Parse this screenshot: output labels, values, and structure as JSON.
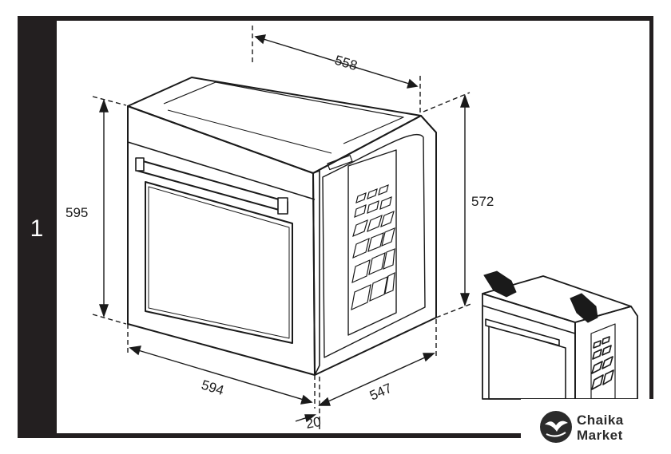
{
  "step": {
    "number": "1"
  },
  "dimensions": {
    "top_depth": "558",
    "total_height": "595",
    "niche_height": "572",
    "width": "594",
    "side_depth": "547",
    "front_offset": "20"
  },
  "brand": {
    "line1": "Chaika",
    "line2": "Market",
    "logo": "seagull-logo-icon"
  },
  "colors": {
    "sidebar": "#231f20",
    "line": "#1a1a1a",
    "background": "#ffffff"
  }
}
